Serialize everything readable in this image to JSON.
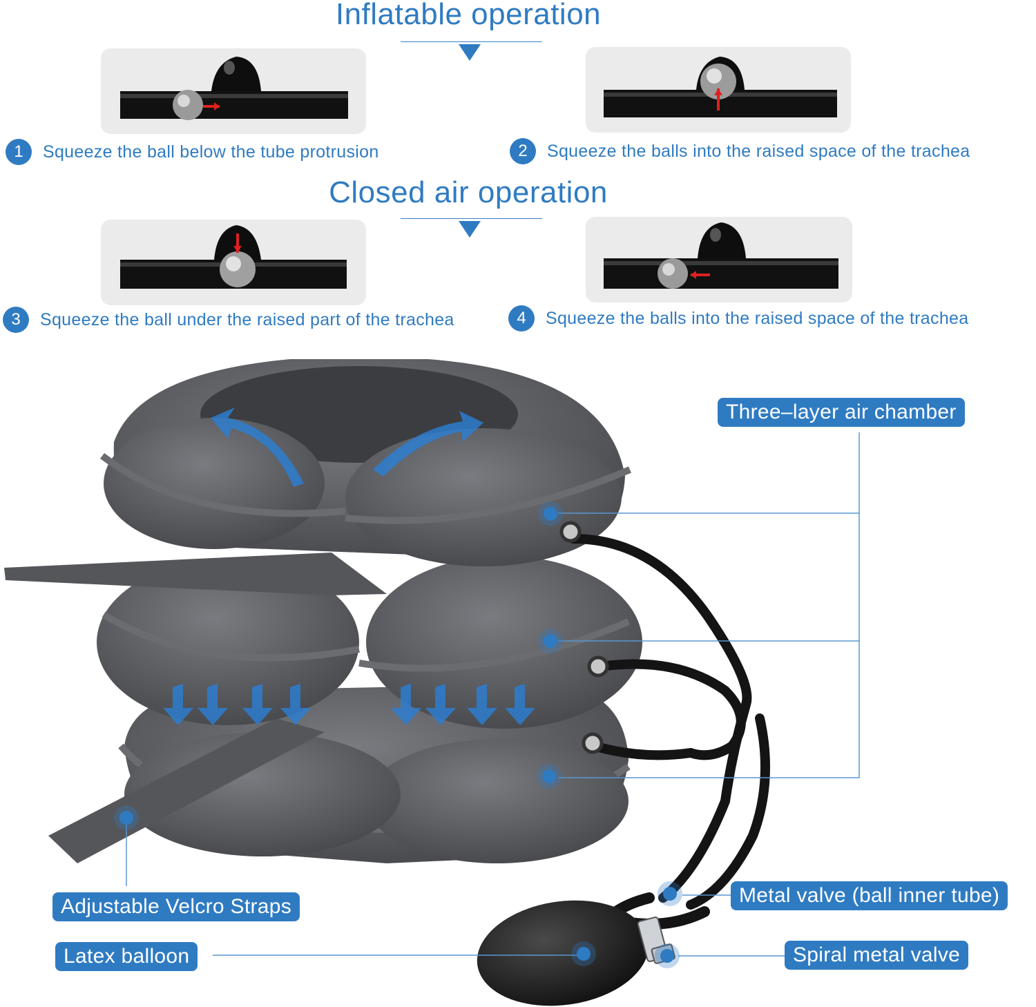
{
  "sections": {
    "inflatable": {
      "title": "Inflatable operation"
    },
    "closed": {
      "title": "Closed air operation"
    }
  },
  "steps": [
    {
      "number": "1",
      "text": "Squeeze the ball below the tube protrusion"
    },
    {
      "number": "2",
      "text": "Squeeze the balls into the raised space of the trachea"
    },
    {
      "number": "3",
      "text": "Squeeze the ball under the raised part of the trachea"
    },
    {
      "number": "4",
      "text": "Squeeze the balls into the raised space of the trachea"
    }
  ],
  "labels": {
    "air_chamber": "Three–layer air chamber",
    "velcro": "Adjustable Velcro Straps",
    "metal_valve": "Metal valve (ball inner tube)",
    "balloon": "Latex balloon",
    "spiral_valve": "Spiral metal valve"
  },
  "colors": {
    "accent": "#2f7bc2",
    "pillow": "#5a5b5f",
    "tube": "#151515",
    "panel": "#ebebeb"
  }
}
